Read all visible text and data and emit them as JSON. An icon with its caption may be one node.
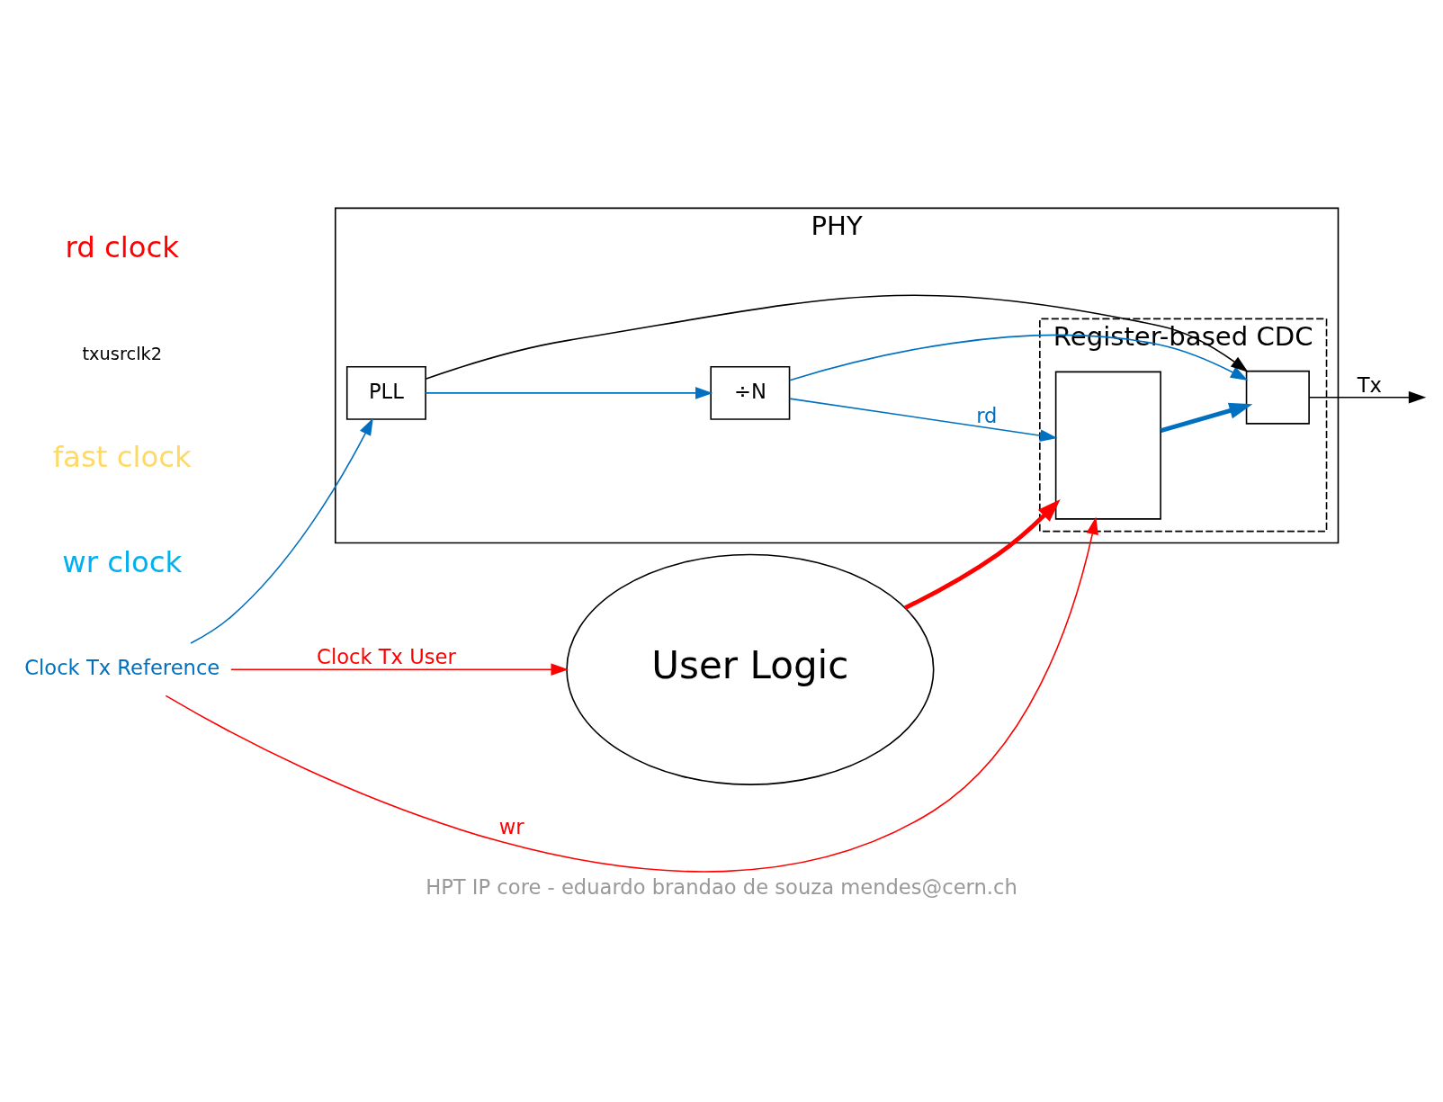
{
  "diagram": {
    "caption": "HPT IP core - eduardo brandao de souza mendes@cern.ch",
    "nodes": [
      {
        "text": [
          "PHY"
        ]
      },
      {
        "text": [
          "Register-based CDC"
        ],
        "in": 0
      },
      {
        "text": [],
        "shape": "box",
        "in": 1
      },
      {
        "text": [],
        "shape": "box",
        "in": 1
      },
      {
        "text": [
          "÷N"
        ],
        "in": 0
      },
      {
        "text": [
          "PLL"
        ],
        "in": 0
      },
      {
        "text": [
          "User Logic"
        ]
      },
      {
        "text": [
          "Clock Tx Reference"
        ]
      }
    ],
    "edges": [
      {
        "from": 6,
        "to": 2,
        "arrow": "to",
        "style": "thick",
        "color": "#ff0000"
      },
      {
        "from": 7,
        "to": 6,
        "arrow": "to",
        "label": "Clock Tx User",
        "color": "#ff0000"
      },
      {
        "from": 7,
        "to": 2,
        "arrow": "to",
        "label": "wr",
        "color": "#ff0000"
      },
      {
        "from": 7,
        "to": 5,
        "arrow": "to"
      },
      {
        "from": 5,
        "to": 4,
        "arrow": "to"
      },
      {
        "from": 5,
        "to": 3,
        "arrow": "to",
        "color": "#000000"
      },
      {
        "from": 4,
        "to": 2,
        "arrow": "to",
        "label": "rd"
      },
      {
        "from": 4,
        "to": 3,
        "arrow": "to"
      },
      {
        "from": 2,
        "to": 3,
        "arrow": "to",
        "style": "thick"
      },
      {
        "from": 3,
        "to": null,
        "arrow": "to",
        "label": "Tx",
        "color": "#000000"
      }
    ],
    "labels": [
      "wr clock",
      "fast clock",
      "txusrclk2",
      "rd clock"
    ]
  }
}
